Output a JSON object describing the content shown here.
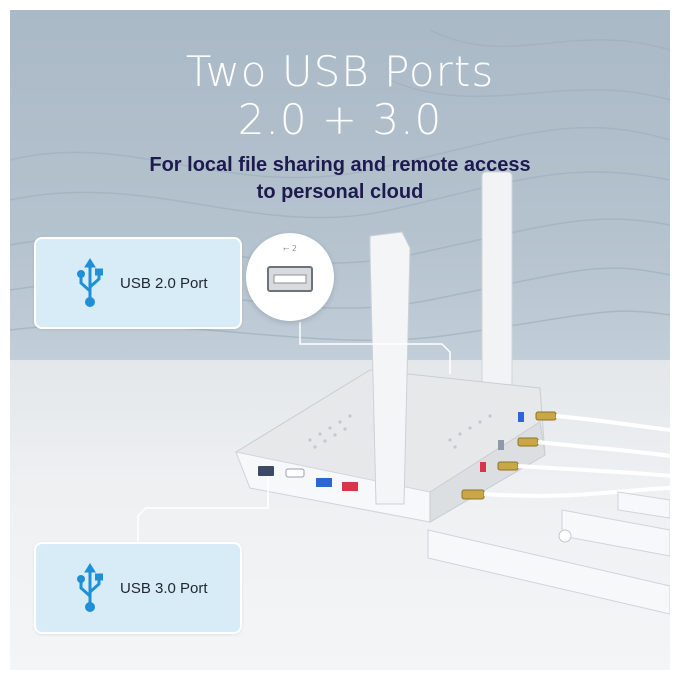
{
  "headline": {
    "line1": "Two USB Ports",
    "line2": "2.0 + 3.0"
  },
  "subheadline": {
    "line1": "For local file sharing and remote access",
    "line2": "to personal cloud"
  },
  "callouts": [
    {
      "label": "USB 2.0 Port",
      "icon": "usb-icon"
    },
    {
      "label": "USB 3.0 Port",
      "icon": "usb-icon"
    }
  ],
  "colors": {
    "headline": "#ffffff",
    "subheadline": "#1d1a4e",
    "callout_bg": "#d8ecf8",
    "usb_icon": "#1f8fd6"
  }
}
